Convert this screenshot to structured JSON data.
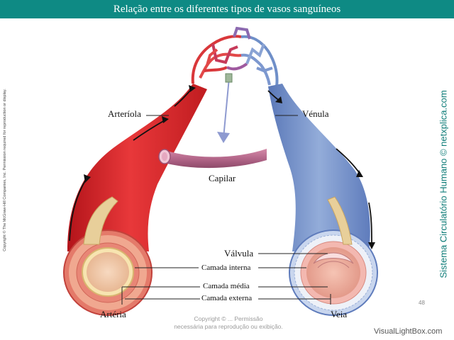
{
  "header": {
    "title": "Relação entre os diferentes tipos de vasos sanguíneos"
  },
  "labels": {
    "arteriole": "Arteríola",
    "venule": "Vénula",
    "capillary": "Capilar",
    "valve": "Válvula",
    "inner_layer": "Camada interna",
    "middle_layer": "Camada média",
    "outer_layer": "Camada externa",
    "artery": "Artéria",
    "vein": "Veia"
  },
  "side_text": {
    "copyright": "Copyright © The McGraw-Hill Companies, Inc. Permission required for reproduction or display.",
    "brand": "Sistema Circulatório Humano © netxplica.com"
  },
  "footer": {
    "copyright_line1": "Copyright © ... Permissão",
    "copyright_line2": "necessária para reprodução ou exibição.",
    "page_number": "48",
    "watermark": "VisualLightBox.com"
  },
  "colors": {
    "header_bg": "#0e8a84",
    "artery": "#d9272a",
    "vein": "#6f8fc8",
    "capillary": "#b86a8c"
  }
}
